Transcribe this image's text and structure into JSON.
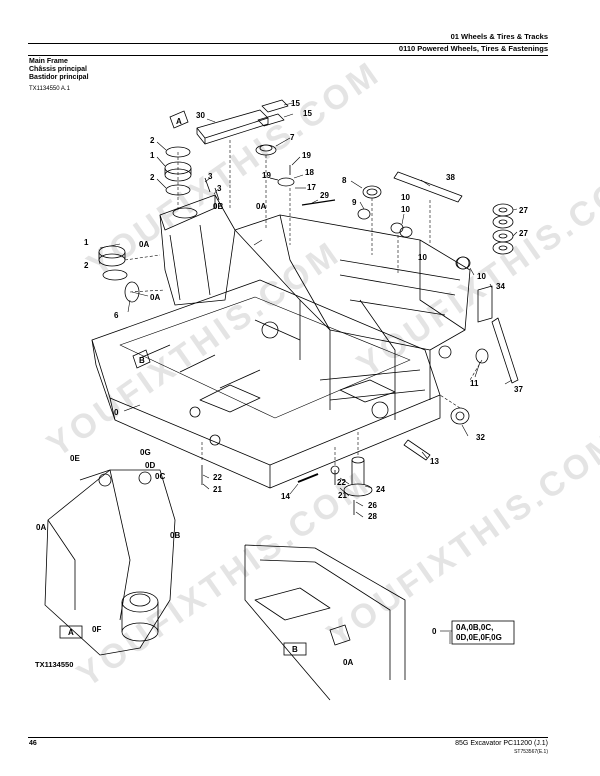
{
  "header": {
    "section": "01 Wheels & Tires & Tracks",
    "group": "0110 Powered Wheels, Tires & Fastenings"
  },
  "title": {
    "en": "Main Frame",
    "fr": "Châssis principal",
    "es": "Bastidor principal"
  },
  "figure_id": "TX1134550 A.1",
  "detail_figure_id": "TX1134550",
  "view_labels": {
    "a": "A",
    "b": "B"
  },
  "callouts": {
    "c1": "1",
    "c2": "2",
    "c3": "3",
    "c6": "6",
    "c7": "7",
    "c8": "8",
    "c9": "9",
    "c10": "10",
    "c11": "11",
    "c13": "13",
    "c14": "14",
    "c15": "15",
    "c17": "17",
    "c18": "18",
    "c19": "19",
    "c21": "21",
    "c22": "22",
    "c24": "24",
    "c26": "26",
    "c27": "27",
    "c28": "28",
    "c29": "29",
    "c30": "30",
    "c32": "32",
    "c34": "34",
    "c37": "37",
    "c38": "38",
    "c0": "0",
    "c0A": "0A",
    "c0B": "0B",
    "c0C": "0C",
    "c0D": "0D",
    "c0E": "0E",
    "c0F": "0F",
    "c0G": "0G"
  },
  "legend": {
    "item": "0",
    "line1": "0A,0B,0C,",
    "line2": "0D,0E,0F,0G"
  },
  "footer": {
    "page": "46",
    "model": "85G Excavator  PC11200  (J.1)",
    "doc": "ST753567(E.1)"
  },
  "watermark": "YOUFIXTHIS.COM"
}
